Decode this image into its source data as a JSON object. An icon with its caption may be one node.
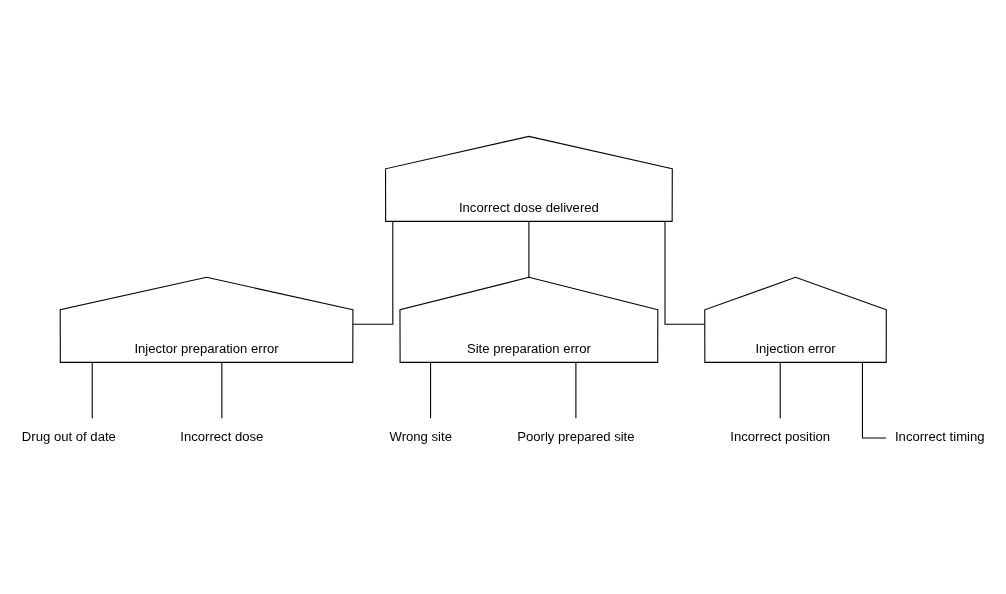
{
  "diagram": {
    "nodes": [
      {
        "text": [
          "Incorrect dose delivered"
        ]
      },
      {
        "text": [
          "Injector preparation error"
        ]
      },
      {
        "text": [
          "Site preparation error"
        ]
      },
      {
        "text": [
          "Injection error"
        ]
      },
      {
        "text": [
          "Drug out of date"
        ]
      },
      {
        "text": [
          "Incorrect dose"
        ]
      },
      {
        "text": [
          "Wrong site"
        ]
      },
      {
        "text": [
          "Poorly prepared site"
        ]
      },
      {
        "text": [
          "Incorrect position"
        ]
      },
      {
        "text": [
          "Incorrect timing"
        ]
      }
    ],
    "edges": [
      {
        "from": 0,
        "to": 1,
        "arrow": "none"
      },
      {
        "from": 0,
        "to": 2,
        "arrow": "none"
      },
      {
        "from": 0,
        "to": 3,
        "arrow": "none"
      },
      {
        "from": 1,
        "to": 4,
        "arrow": "none"
      },
      {
        "from": 1,
        "to": 5,
        "arrow": "none"
      },
      {
        "from": 2,
        "to": 6,
        "arrow": "none"
      },
      {
        "from": 2,
        "to": 7,
        "arrow": "none"
      },
      {
        "from": 3,
        "to": 8,
        "arrow": "none"
      },
      {
        "from": 3,
        "to": 9,
        "arrow": "none"
      }
    ]
  }
}
